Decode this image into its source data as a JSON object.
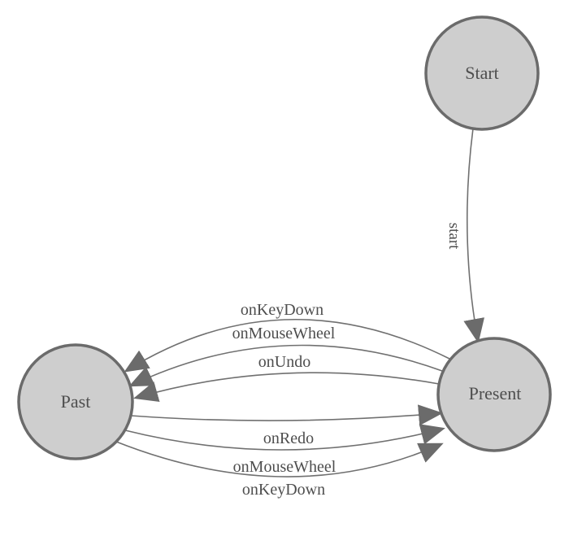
{
  "diagram": {
    "type": "state-machine",
    "colors": {
      "background": "#ffffff",
      "node_fill": "#cecece",
      "node_stroke": "#6b6b6b",
      "edge_line": "#707070",
      "arrowhead": "#6b6b6b",
      "label_text": "#4e4e4e"
    },
    "nodes": [
      {
        "id": "start",
        "label": "Start"
      },
      {
        "id": "past",
        "label": "Past"
      },
      {
        "id": "present",
        "label": "Present"
      }
    ],
    "edges": [
      {
        "id": "start-to-present",
        "label": "start",
        "from": "Start",
        "to": "Present"
      },
      {
        "id": "present-to-past-keydown",
        "label": "onKeyDown",
        "from": "Present",
        "to": "Past"
      },
      {
        "id": "present-to-past-mousewheel",
        "label": "onMouseWheel",
        "from": "Present",
        "to": "Past"
      },
      {
        "id": "present-to-past-undo",
        "label": "onUndo",
        "from": "Present",
        "to": "Past"
      },
      {
        "id": "past-to-present-redo",
        "label": "onRedo",
        "from": "Past",
        "to": "Present"
      },
      {
        "id": "past-to-present-mousewheel",
        "label": "onMouseWheel",
        "from": "Past",
        "to": "Present"
      },
      {
        "id": "past-to-present-keydown",
        "label": "onKeyDown",
        "from": "Past",
        "to": "Present"
      }
    ]
  }
}
